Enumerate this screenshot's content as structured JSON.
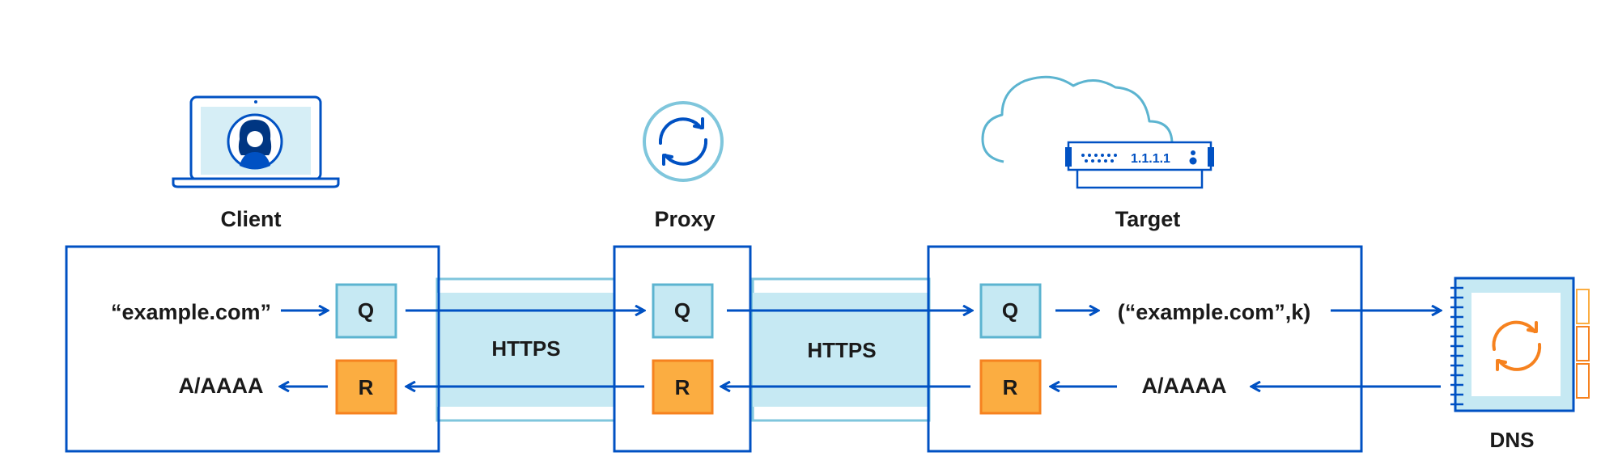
{
  "nodes": {
    "client": "Client",
    "proxy": "Proxy",
    "target": "Target",
    "dns": "DNS"
  },
  "tunnels": {
    "left": "HTTPS",
    "right": "HTTPS"
  },
  "client_box": {
    "query_text": "“example.com”",
    "response_text": "A/AAAA",
    "q_label": "Q",
    "r_label": "R"
  },
  "proxy_box": {
    "q_label": "Q",
    "r_label": "R"
  },
  "target_box": {
    "query_text": "(“example.com”,k)",
    "response_text": "A/AAAA",
    "q_label": "Q",
    "r_label": "R"
  },
  "target_server": {
    "ip": "1.1.1.1"
  },
  "colors": {
    "blue": "#0051c3",
    "light_blue_fill": "#c6e9f3",
    "light_blue_stroke": "#5cb4d0",
    "orange_fill": "#fbad41",
    "orange_stroke": "#f6821f",
    "text": "#1a1a1a"
  },
  "icons": {
    "client": "laptop-user-icon",
    "proxy": "sync-circle-icon",
    "target": "cloud-server-icon",
    "dns": "dns-server-icon"
  }
}
